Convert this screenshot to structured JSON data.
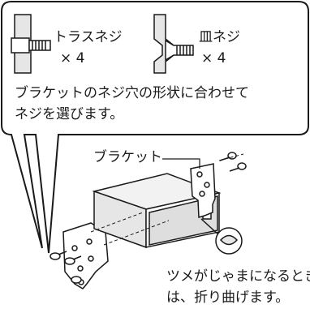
{
  "screws": {
    "truss_label": "トラスネジ",
    "truss_qty": "× 4",
    "pan_label": "皿ネジ",
    "pan_qty": "× 4"
  },
  "note": {
    "line1": "ブラケットのネジ穴の形状に合わせて",
    "line2": "ネジを選びます。"
  },
  "bracket_label": "ブラケット",
  "claw_note": {
    "line1": "ツメがじゃまになるとき",
    "line2": "は、折り曲げます。"
  }
}
